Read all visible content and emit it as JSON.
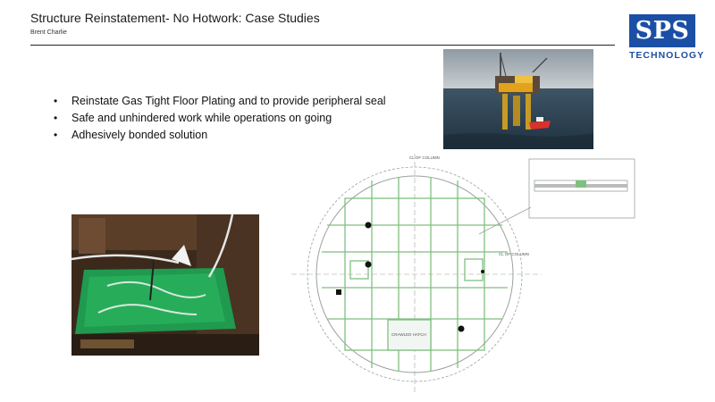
{
  "slide": {
    "title": "Structure Reinstatement- No Hotwork: Case Studies",
    "author": "Brent Charlie",
    "logo": {
      "text": "SPS",
      "subtext": "TECHNOLOGY",
      "color": "#1b4fa6"
    },
    "bullets": [
      "Reinstate Gas Tight Floor Plating and to provide peripheral seal",
      "Safe and unhindered work while operations on going",
      "Adhesively bonded solution"
    ],
    "drawing": {
      "label_top": "CL OF COLUMN",
      "label_right": "CL OF COLUMN",
      "hatch_label": "CRAWLED HATCH"
    }
  }
}
